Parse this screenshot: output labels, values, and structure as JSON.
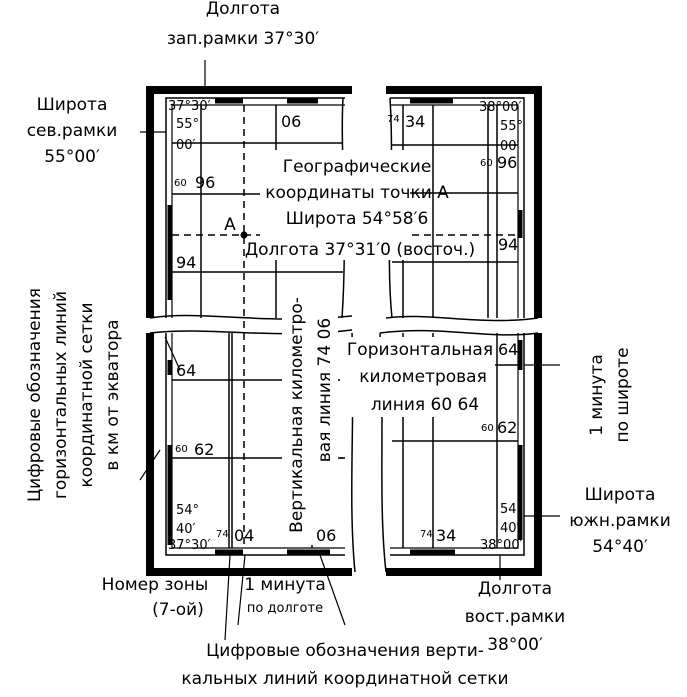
{
  "callouts": {
    "west_lon": [
      "Долгота",
      "зап.рамки 37°30′"
    ],
    "north_lat": [
      "Широта",
      "сев.рамки",
      "55°00′"
    ],
    "south_lat": [
      "Широта",
      "южн.рамки",
      "54°40′"
    ],
    "east_lon": [
      "Долгота",
      "вост.рамки",
      "38°00′"
    ],
    "zone": [
      "Номер зоны",
      "(7-ой)"
    ],
    "minute_lon": [
      "1 минута",
      "по долготе"
    ],
    "minute_lat": [
      "1 минута",
      "по широте"
    ],
    "vertical_digits": [
      "Цифровые обозначения верти-",
      "кальных линий координатной сетки"
    ],
    "horizontal_digits": [
      "Цифровые обозначения",
      "горизонтальных линий",
      "координатной сетки",
      "в км от экватора"
    ]
  },
  "inner": {
    "geo_title": [
      "Географические",
      "координаты точки А"
    ],
    "lat": "Широта 54°58′6",
    "lon": "Долгота 37°31′0 (восточ.)",
    "point": "А",
    "vertical_line": [
      "Вертикальная километро-",
      "вая линия 74 06"
    ],
    "horizontal_line": [
      "Горизонтальная",
      "километровая",
      "линия 60 64"
    ]
  },
  "frame_labels": {
    "nw_lon": "37°30′",
    "ne_lon": "38°00′",
    "sw_lon": "37°30′",
    "se_lon": "38°00′",
    "n_deg": "55°",
    "n_min": "00′",
    "s_deg": "54°",
    "s_min": "40′",
    "grid_06": "06",
    "grid_74": "74",
    "grid_34": "34",
    "grid_04": "04",
    "grid_60": "60",
    "grid_96": "96",
    "grid_94": "94",
    "grid_64": "64",
    "grid_62": "62"
  }
}
